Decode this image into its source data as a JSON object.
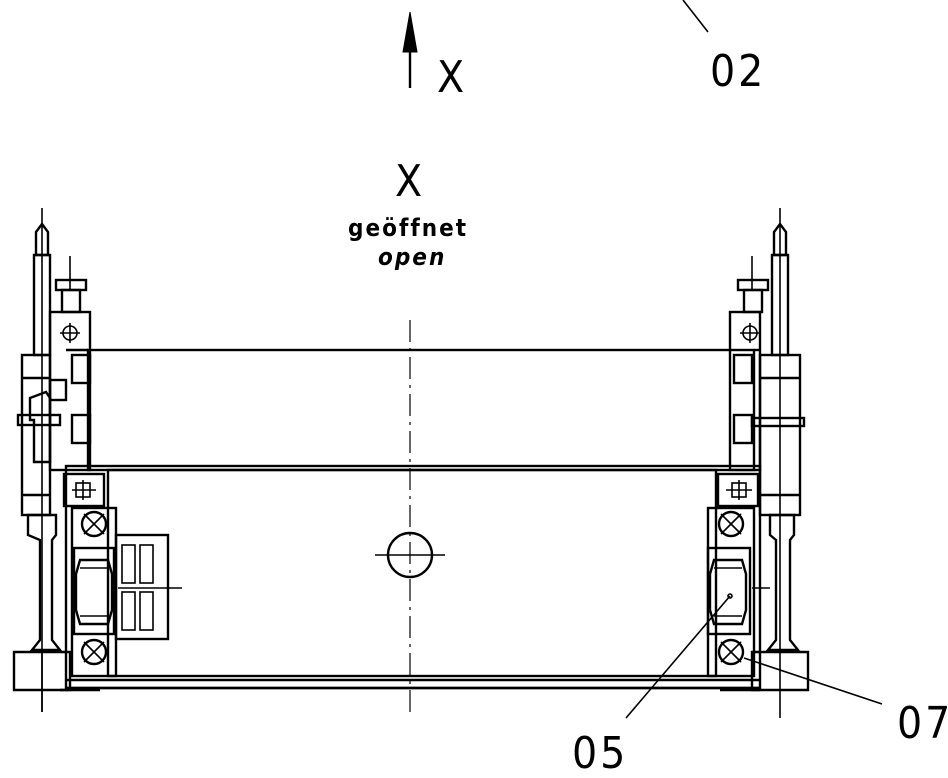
{
  "axis_marker": {
    "label": "X"
  },
  "view_label": {
    "letter": "X",
    "state_de": "geöffnet",
    "state_en": "open"
  },
  "callouts": [
    {
      "id": "02",
      "text": "02"
    },
    {
      "id": "05",
      "text": "05"
    },
    {
      "id": "07",
      "text": "07"
    }
  ]
}
